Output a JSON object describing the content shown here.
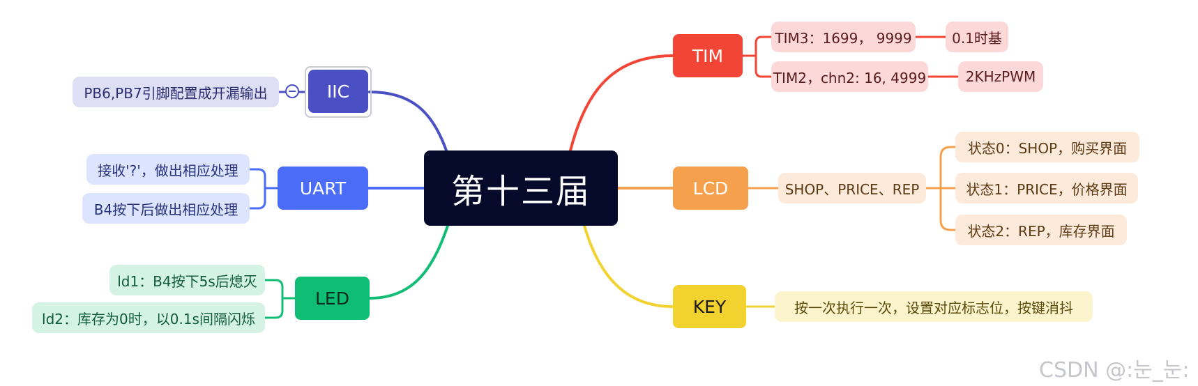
{
  "root": {
    "label": "第十三届"
  },
  "branches": {
    "tim": {
      "label": "TIM",
      "color": "#f24536",
      "light": "#fdd8d8",
      "text": "#5a1c1c",
      "items": [
        {
          "label": "TIM3：1699， 9999",
          "child": "0.1时基"
        },
        {
          "label": "TIM2，chn2: 16, 4999",
          "child": "2KHzPWM"
        }
      ]
    },
    "lcd": {
      "label": "LCD",
      "color": "#f5a04c",
      "light": "#fdeadb",
      "text": "#5c3a14",
      "item": "SHOP、PRICE、REP",
      "children": [
        "状态0：SHOP，购买界面",
        "状态1：PRICE，价格界面",
        "状态2：REP，库存界面"
      ]
    },
    "key": {
      "label": "KEY",
      "color": "#f2d22e",
      "light": "#fcf4cc",
      "text": "#5a4a0a",
      "item": "按一次执行一次，设置对应标志位，按键消抖"
    },
    "iic": {
      "label": "IIC",
      "color": "#4a4fc4",
      "light": "#dedff4",
      "text": "#2b2e6e",
      "item": "PB6,PB7引脚配置成开漏输出"
    },
    "uart": {
      "label": "UART",
      "color": "#4a6cf7",
      "light": "#dde4fd",
      "text": "#26337a",
      "items": [
        "接收'?'，做出相应处理",
        "B4按下后做出相应处理"
      ]
    },
    "led": {
      "label": "LED",
      "color": "#10bd74",
      "light": "#d4f3e5",
      "text": "#105a3a",
      "items": [
        "ld1：B4按下5s后熄灭",
        "ld2：库存为0时，以0.1s间隔闪烁"
      ]
    }
  },
  "watermark": "CSDN @:눈_눈:"
}
